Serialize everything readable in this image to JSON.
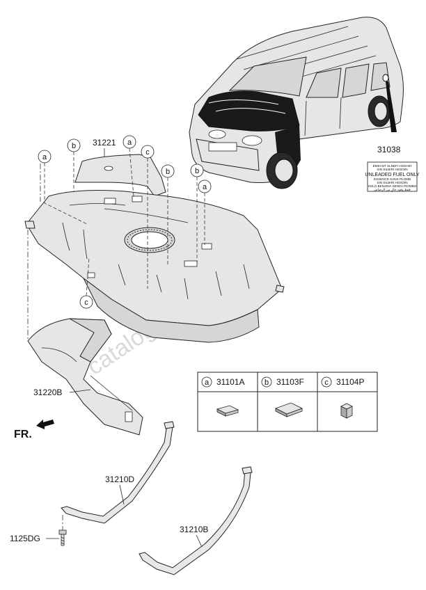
{
  "watermark": "catalogs-parts.com",
  "direction_label": "FR.",
  "callouts": {
    "a": "a",
    "b": "b",
    "c": "c"
  },
  "part_numbers": {
    "label_sticker": "31038",
    "heat_protector": "31221",
    "tank_under_cover": "31220B",
    "strap_front": "31210D",
    "strap_rear": "31210B",
    "bolt": "1125DG"
  },
  "pad_table": {
    "columns": [
      {
        "mark": "a",
        "part": "31101A"
      },
      {
        "mark": "b",
        "part": "31103F"
      },
      {
        "mark": "c",
        "part": "31104P"
      }
    ]
  },
  "fuel_label_text": {
    "line1": "EMKANT SLNEFI HOSHIH",
    "line2": "SIN SILBIRI HOSOIN",
    "line3": "UNLEADED FUEL ONLY",
    "line4": "ESSENCE SANS PLOMB",
    "line5": "SIN SILBIRI HOSOIN",
    "line6": "SOLO BENZINA SENZA PIOMBO",
    "line7": "فقط وقود خالٍ من الرصاص"
  }
}
